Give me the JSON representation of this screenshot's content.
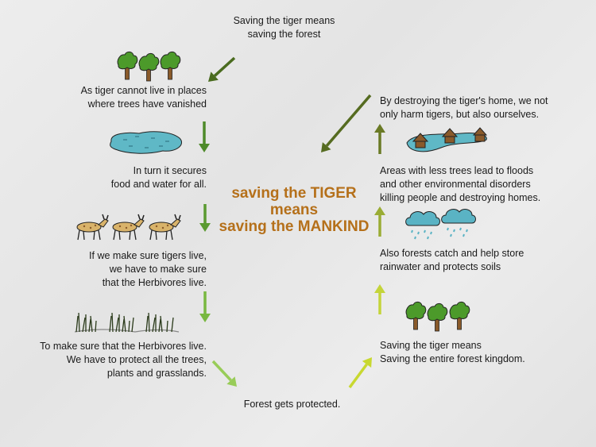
{
  "title": {
    "line1": "saving the TIGER",
    "line2": "means",
    "line3": "saving the MANKIND"
  },
  "top": {
    "line1": "Saving the tiger means",
    "line2": "saving the forest"
  },
  "left": [
    {
      "line1": "As tiger cannot live in places",
      "line2": "where trees have vanished",
      "icon": "trees-icon"
    },
    {
      "line1": "In turn it secures",
      "line2": "food and water for all.",
      "icon": "lake-icon"
    },
    {
      "line1": "If we make sure tigers live,",
      "line2": "we have to make sure",
      "line3": "that the Herbivores live.",
      "icon": "deer-icon"
    },
    {
      "line1": "To make sure that the Herbivores live.",
      "line2": "We have to protect all the trees,",
      "line3": "plants and grasslands.",
      "icon": "grass-icon"
    }
  ],
  "bottom": {
    "line1": "Forest gets protected."
  },
  "right": [
    {
      "line1": "By destroying the tiger's home, we not",
      "line2": "only harm tigers, but also ourselves."
    },
    {
      "line1": "Areas with less trees lead to floods",
      "line2": "and other environmental disorders",
      "line3": "killing people and destroying homes.",
      "icon": "flooded-houses-icon"
    },
    {
      "line1": "Also forests catch and help store",
      "line2": "rainwater and protects soils",
      "icon": "rain-clouds-icon"
    },
    {
      "line1": "Saving the tiger means",
      "line2": "Saving the entire forest kingdom.",
      "icon": "trees-icon"
    }
  ],
  "colors": {
    "title": "#b5701a",
    "arrow_dark": "#4a6b1f",
    "arrow_light": "#c8d830"
  }
}
